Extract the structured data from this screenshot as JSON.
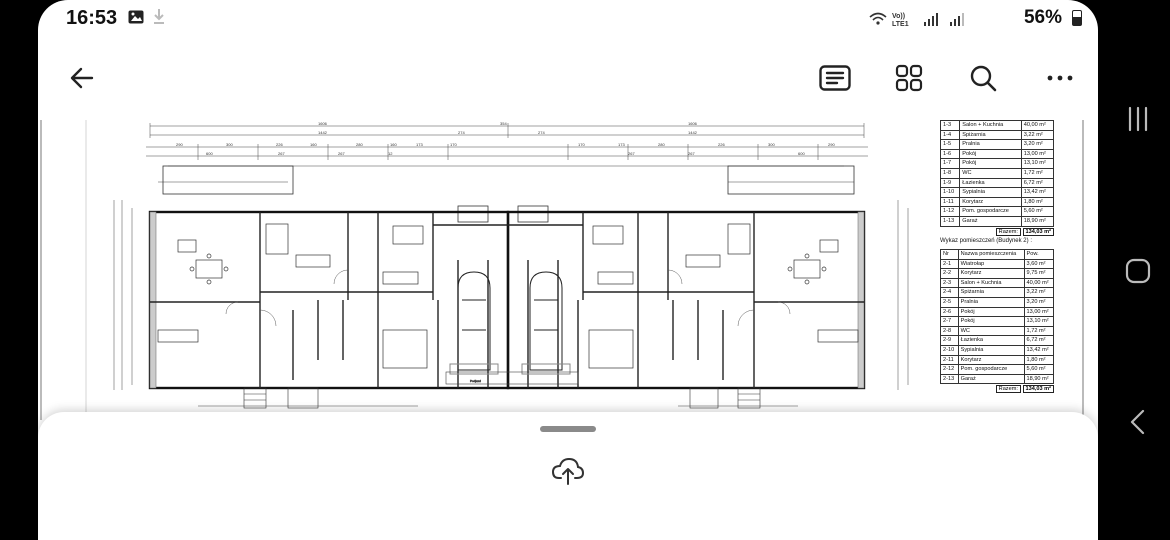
{
  "status": {
    "time": "16:53",
    "network": "Vo)) LTE1",
    "battery_text": "56%",
    "battery_level": 0.56,
    "icons": [
      "gallery-icon",
      "download-icon",
      "wifi-calling-icon",
      "signal-icon",
      "battery-icon"
    ]
  },
  "toolbar": {
    "back_icon": "arrow-left-icon",
    "actions": [
      "text-view-icon",
      "grid-view-icon",
      "search-icon",
      "more-options-icon"
    ]
  },
  "document": {
    "table1_rows": [
      [
        "1-3",
        "Salon + Kuchnia",
        "40,00 m²"
      ],
      [
        "1-4",
        "Spiżarnia",
        "3,22 m²"
      ],
      [
        "1-5",
        "Pralnia",
        "3,20 m²"
      ],
      [
        "1-6",
        "Pokój",
        "13,00 m²"
      ],
      [
        "1-7",
        "Pokój",
        "13,10 m²"
      ],
      [
        "1-8",
        "WC",
        "1,72 m²"
      ],
      [
        "1-9",
        "Łazienka",
        "6,72 m²"
      ],
      [
        "1-10",
        "Sypialnia",
        "13,42 m²"
      ],
      [
        "1-11",
        "Korytarz",
        "1,80 m²"
      ],
      [
        "1-12",
        "Pom. gospodarcze",
        "5,60 m²"
      ],
      [
        "1-13",
        "Garaż",
        "18,90 m²"
      ]
    ],
    "table1_total_label": "Razem:",
    "table1_total": "134,03 m²",
    "table2_title": "Wykaz pomieszczeń (Budynek 2) :",
    "table2_headers": [
      "Nr",
      "Nazwa pomieszczenia",
      "Pow."
    ],
    "table2_rows": [
      [
        "2-1",
        "Wiatrołap",
        "3,60 m²"
      ],
      [
        "2-2",
        "Korytarz",
        "9,75 m²"
      ],
      [
        "2-3",
        "Salon + Kuchnia",
        "40,00 m²"
      ],
      [
        "2-4",
        "Spiżarnia",
        "3,22 m²"
      ],
      [
        "2-5",
        "Pralnia",
        "3,20 m²"
      ],
      [
        "2-6",
        "Pokój",
        "13,00 m²"
      ],
      [
        "2-7",
        "Pokój",
        "13,10 m²"
      ],
      [
        "2-8",
        "WC",
        "1,72 m²"
      ],
      [
        "2-9",
        "Łazienka",
        "6,72 m²"
      ],
      [
        "2-10",
        "Sypialnia",
        "13,42 m²"
      ],
      [
        "2-11",
        "Korytarz",
        "1,80 m²"
      ],
      [
        "2-12",
        "Pom. gospodarcze",
        "5,60 m²"
      ],
      [
        "2-13",
        "Garaż",
        "18,90 m²"
      ]
    ],
    "table2_total_label": "Razem:",
    "table2_total": "134,03 m²"
  },
  "bottom_sheet": {
    "icon": "cloud-upload-icon"
  },
  "nav_bar": {
    "icons": [
      "recent-apps-icon",
      "home-icon",
      "back-icon"
    ]
  },
  "colors": {
    "background": "#000000",
    "surface": "#ffffff",
    "ink": "#111111"
  }
}
